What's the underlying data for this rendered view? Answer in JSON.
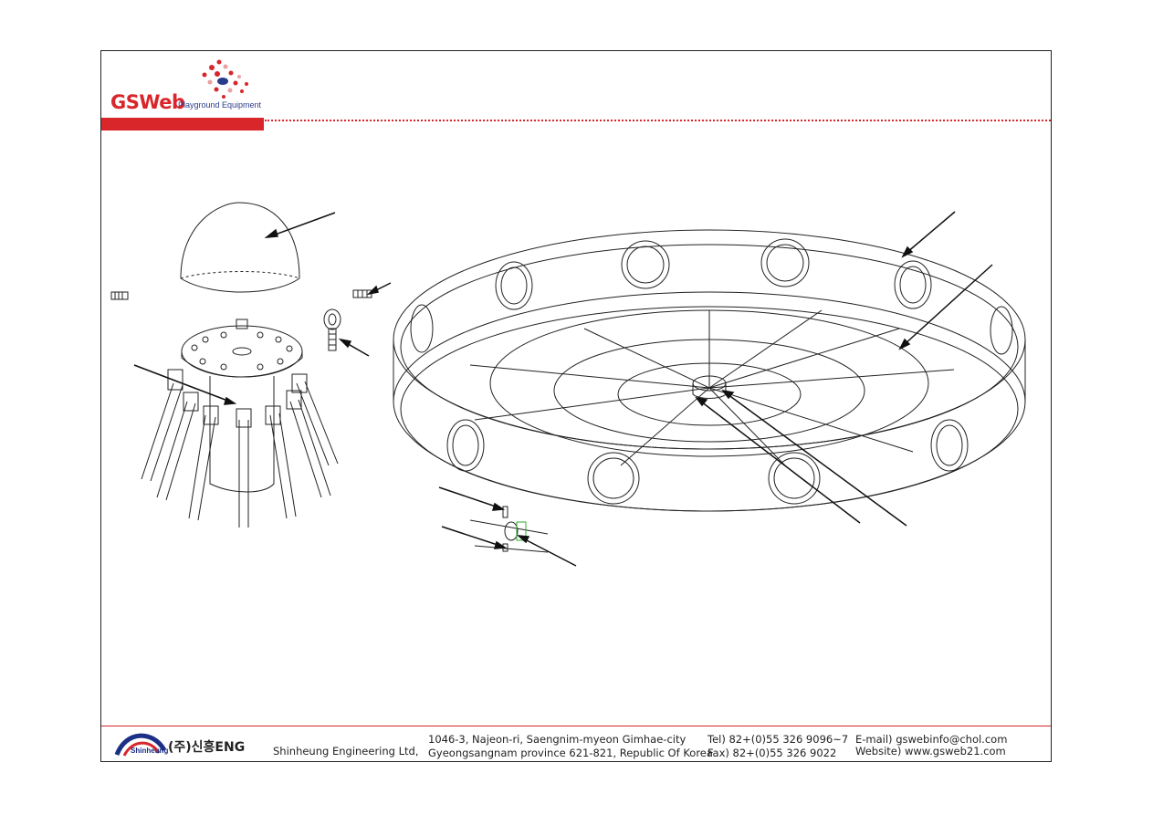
{
  "header": {
    "logo_word": "GSWeb",
    "logo_sub": "Playground Equipment",
    "brand_color": "#d8262b",
    "accent_color": "#2b3b8c"
  },
  "footer": {
    "brand_small": "Shinheung",
    "brand_korean": "(주)신흥ENG",
    "company": "Shinheung Engineering Ltd,",
    "address_line1": "1046-3, Najeon-ri, Saengnim-myeon Gimhae-city",
    "address_line2": "Gyeongsangnam province 621-821, Republic Of Korea",
    "tel": "Tel) 82+(0)55 326 9096~7",
    "fax": "Fax) 82+(0)55 326 9022",
    "email": "E-mail) gswebinfo@chol.com",
    "website": "Website) www.gsweb21.com"
  }
}
